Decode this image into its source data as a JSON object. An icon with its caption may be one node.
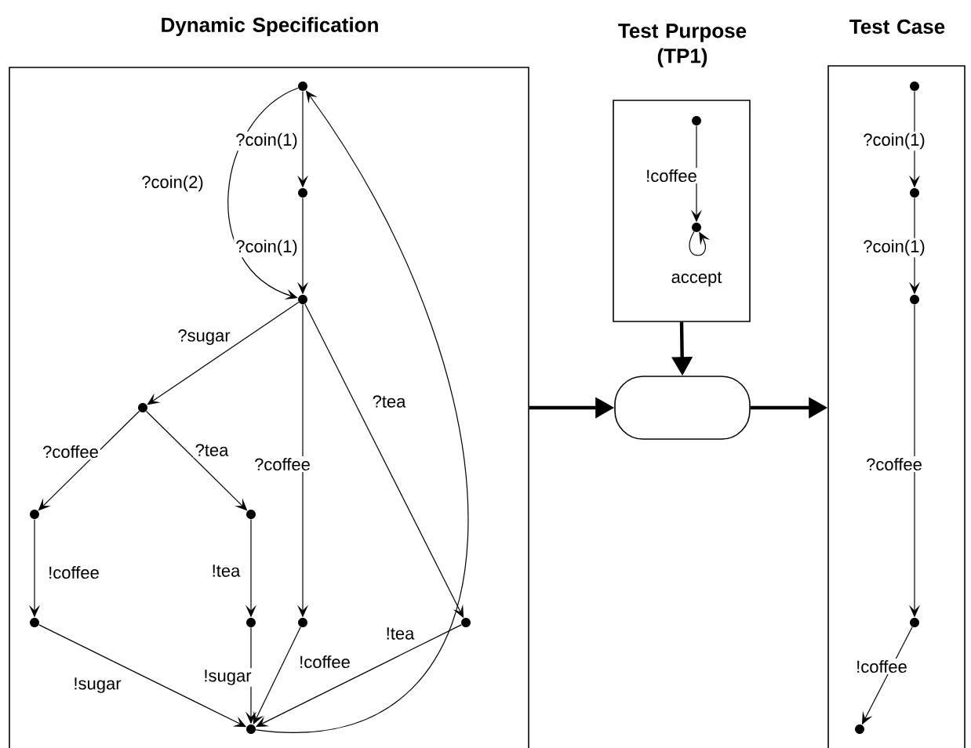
{
  "diagram": {
    "nodes": [
      {
        "text": [
          "Dynamic Specification"
        ]
      },
      {
        "text": [],
        "shape": "circle",
        "in": 0
      },
      {
        "text": [],
        "shape": "circle",
        "in": 0
      },
      {
        "text": [],
        "shape": "circle",
        "in": 0
      },
      {
        "text": [],
        "shape": "circle",
        "in": 0
      },
      {
        "text": [],
        "shape": "circle",
        "in": 0
      },
      {
        "text": [],
        "shape": "circle",
        "in": 0
      },
      {
        "text": [],
        "shape": "circle",
        "in": 0
      },
      {
        "text": [],
        "shape": "circle",
        "in": 0
      },
      {
        "text": [],
        "shape": "circle",
        "in": 0
      },
      {
        "text": [],
        "shape": "circle",
        "in": 0
      },
      {
        "text": [],
        "shape": "circle",
        "in": 0
      },
      {
        "text": [
          "Test Purpose (TP1)"
        ]
      },
      {
        "text": [],
        "shape": "circle",
        "in": 12
      },
      {
        "text": [],
        "shape": "circle",
        "in": 12
      },
      {
        "text": [],
        "shape": "box"
      },
      {
        "text": [
          "Test Case"
        ]
      },
      {
        "text": [],
        "shape": "circle",
        "in": 16
      },
      {
        "text": [],
        "shape": "circle",
        "in": 16
      },
      {
        "text": [],
        "shape": "circle",
        "in": 16
      },
      {
        "text": [],
        "shape": "circle",
        "in": 16
      },
      {
        "text": [],
        "shape": "circle",
        "in": 16
      }
    ],
    "edges": [
      {
        "from": 1,
        "to": 2,
        "arrow": "to",
        "label": "?coin(1)"
      },
      {
        "from": 2,
        "to": 3,
        "arrow": "to",
        "label": "?coin(1)"
      },
      {
        "from": 1,
        "to": 3,
        "arrow": "to",
        "label": "?coin(2)"
      },
      {
        "from": 3,
        "to": 4,
        "arrow": "to",
        "label": "?sugar"
      },
      {
        "from": 3,
        "to": 9,
        "arrow": "to",
        "label": "?coffee"
      },
      {
        "from": 3,
        "to": 10,
        "arrow": "to",
        "label": "?tea"
      },
      {
        "from": 4,
        "to": 5,
        "arrow": "to",
        "label": "?coffee"
      },
      {
        "from": 4,
        "to": 6,
        "arrow": "to",
        "label": "?tea"
      },
      {
        "from": 5,
        "to": 7,
        "arrow": "to",
        "label": "!coffee"
      },
      {
        "from": 6,
        "to": 8,
        "arrow": "to",
        "label": "!tea"
      },
      {
        "from": 7,
        "to": 11,
        "arrow": "to",
        "label": "!sugar"
      },
      {
        "from": 8,
        "to": 11,
        "arrow": "to",
        "label": "!sugar"
      },
      {
        "from": 9,
        "to": 11,
        "arrow": "to",
        "label": "!coffee"
      },
      {
        "from": 10,
        "to": 11,
        "arrow": "to",
        "label": "!tea"
      },
      {
        "from": 11,
        "to": 1,
        "arrow": "to"
      },
      {
        "from": 13,
        "to": 14,
        "arrow": "to",
        "label": "!coffee"
      },
      {
        "from": 14,
        "to": 14,
        "arrow": "to",
        "label": "accept"
      },
      {
        "from": 0,
        "to": 15,
        "arrow": "to",
        "style": "thick"
      },
      {
        "from": 12,
        "to": 15,
        "arrow": "to",
        "style": "thick"
      },
      {
        "from": 15,
        "to": 16,
        "arrow": "to",
        "style": "thick"
      },
      {
        "from": 17,
        "to": 18,
        "arrow": "to",
        "label": "?coin(1)"
      },
      {
        "from": 18,
        "to": 19,
        "arrow": "to",
        "label": "?coin(1)"
      },
      {
        "from": 19,
        "to": 20,
        "arrow": "to",
        "label": "?coffee"
      },
      {
        "from": 20,
        "to": 21,
        "arrow": "to",
        "label": "!coffee"
      }
    ]
  }
}
